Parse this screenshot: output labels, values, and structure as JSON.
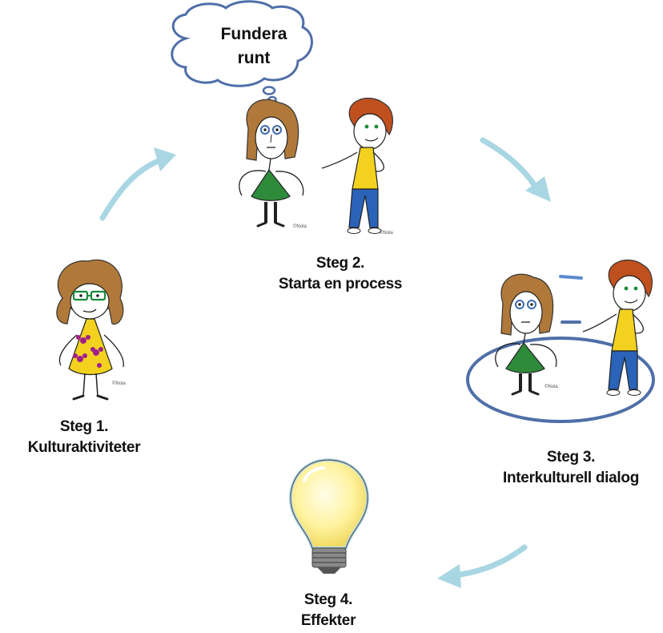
{
  "cloud": {
    "line1": "Fundera",
    "line2": "runt"
  },
  "steps": [
    {
      "title": "Steg 1.",
      "subtitle": "Kulturaktiviteter"
    },
    {
      "title": "Steg 2.",
      "subtitle": "Starta en process"
    },
    {
      "title": "Steg 3.",
      "subtitle": "Interkulturell dialog"
    },
    {
      "title": "Steg 4.",
      "subtitle": "Effekter"
    }
  ],
  "signature": "©Nola",
  "colors": {
    "arrow": "#9fd3e0",
    "cloud_stroke": "#4f6fa8",
    "ring": "#4f6fa8",
    "hair": "#b0793a",
    "hair_red": "#c0501e",
    "dress_green": "#2e8b3a",
    "shirt_yellow": "#f2d21e",
    "pants_blue": "#2a63b8",
    "flower": "#a0208a",
    "bulb": "#fff7a8"
  },
  "icons": [
    "thought-cloud-icon",
    "light-bulb-icon",
    "process-arrow-icon"
  ]
}
